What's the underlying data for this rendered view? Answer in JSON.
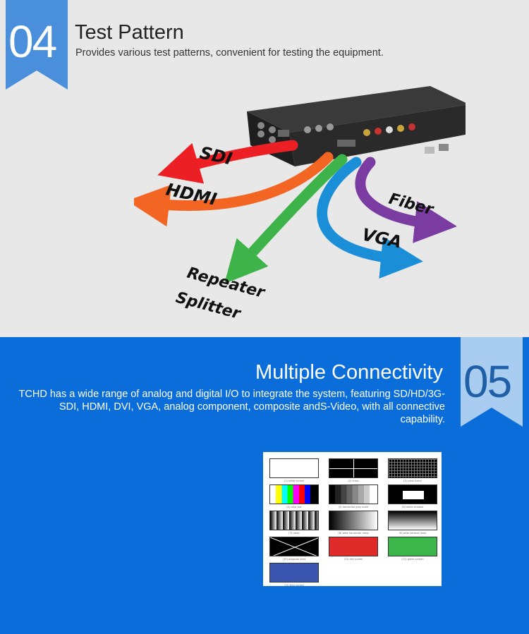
{
  "top": {
    "badge_number": "04",
    "title": "Test Pattern",
    "subtitle": "Provides various test patterns, convenient for testing the equipment.",
    "arrows": [
      {
        "label": "SDI",
        "color": "#ec2024"
      },
      {
        "label": "HDMI",
        "color": "#f26522"
      },
      {
        "label": "Repeater",
        "color": "#3db34a"
      },
      {
        "label": "Splitter",
        "color": "#3db34a"
      },
      {
        "label": "VGA",
        "color": "#1a8fd8"
      },
      {
        "label": "Fiber",
        "color": "#7a3ca0"
      }
    ]
  },
  "bottom": {
    "badge_number": "05",
    "title": "Multiple Connectivity",
    "description": "TCHD has a wide range of analog and digital I/O to integrate the system, featuring SD/HD/3G-SDI, HDMI, DVI, VGA, analog component, composite andS-Video, with all connective capability.",
    "patterns": [
      {
        "caption": "(1) white screen"
      },
      {
        "caption": "(2) cross"
      },
      {
        "caption": "(3) cross hatch"
      },
      {
        "caption": "(4) color bar"
      },
      {
        "caption": "(5) horizontal gray scale"
      },
      {
        "caption": "(6) white window"
      },
      {
        "caption": "(7) ramp"
      },
      {
        "caption": "(8) wide horizontal ramp"
      },
      {
        "caption": "(9) wide vertical ramp"
      },
      {
        "caption": "(10) diagonal lines"
      },
      {
        "caption": "(11) red screen"
      },
      {
        "caption": "(12) green screen"
      },
      {
        "caption": "(13) blue screen"
      }
    ]
  },
  "colors": {
    "badge_top": "#4a8fdc",
    "badge_bottom": "#a9cdf0",
    "bottom_background": "#0a6dd9",
    "top_background": "#e9e8e8"
  }
}
